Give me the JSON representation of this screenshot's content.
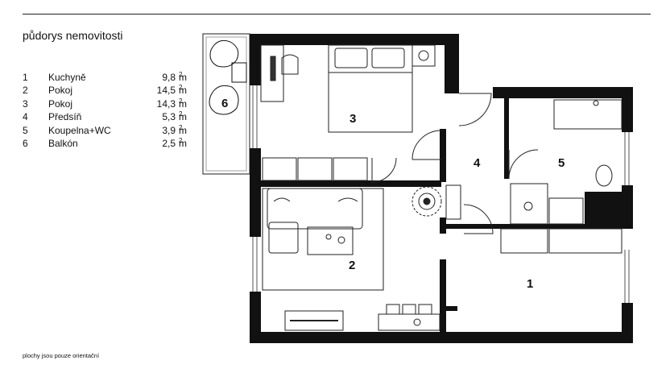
{
  "title": "půdorys nemovitosti",
  "rooms": [
    {
      "num": "1",
      "name": "Kuchyně",
      "area": "9,8",
      "unit": "m"
    },
    {
      "num": "2",
      "name": "Pokoj",
      "area": "14,5",
      "unit": "m"
    },
    {
      "num": "3",
      "name": "Pokoj",
      "area": "14,3",
      "unit": "m"
    },
    {
      "num": "4",
      "name": "Předsíň",
      "area": "5,3",
      "unit": "m"
    },
    {
      "num": "5",
      "name": "Koupelna+WC",
      "area": "3,9",
      "unit": "m"
    },
    {
      "num": "6",
      "name": "Balkón",
      "area": "2,5",
      "unit": "m"
    }
  ],
  "unit_exponent": "2",
  "plan_labels": {
    "r1": "1",
    "r2": "2",
    "r3": "3",
    "r4": "4",
    "r5": "5",
    "r6": "6"
  },
  "note": "plochy jsou pouze orientační"
}
